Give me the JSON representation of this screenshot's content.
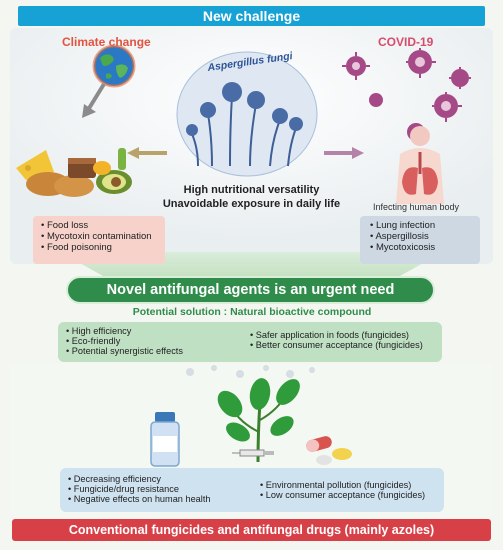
{
  "header": {
    "title": "New challenge"
  },
  "left": {
    "title": "Climate change",
    "impacts": [
      "Food loss",
      "Mycotoxin contamination",
      "Food poisoning"
    ]
  },
  "center": {
    "label": "Aspergillus fungi",
    "line1": "High nutritional versatility",
    "line2": "Unavoidable exposure in daily life"
  },
  "right": {
    "title": "COVID-19",
    "body_label": "Infecting human body",
    "impacts": [
      "Lung infection",
      "Aspergillosis",
      "Mycotoxicosis"
    ]
  },
  "need": {
    "title": "Novel antifungal agents is an urgent need"
  },
  "solution": {
    "title": "Potential solution : Natural bioactive compound",
    "left_items": [
      "High efficiency",
      "Eco-friendly",
      "Potential synergistic effects"
    ],
    "right_items": [
      "Safer application in foods (fungicides)",
      "Better consumer acceptance (fungicides)"
    ]
  },
  "problems": {
    "left_items": [
      "Decreasing efficiency",
      "Fungicide/drug resistance",
      "Negative effects on human health"
    ],
    "right_items": [
      "Environmental pollution (fungicides)",
      "Low consumer acceptance (fungicides)"
    ]
  },
  "footer": {
    "title": "Conventional fungicides and antifungal drugs (mainly azoles)"
  },
  "colors": {
    "banner_blue": "#17a2d6",
    "need_green": "#2f8c4a",
    "footer_red": "#d84048",
    "pink_box": "#f6d2cb",
    "grey_box": "#cdd8e3",
    "green_box": "#bfe0c3",
    "blue_box": "#cfe2f0"
  },
  "icons": [
    "globe-icon",
    "food-icon",
    "fungus-icon",
    "virus-icon",
    "lungs-icon",
    "plant-icon",
    "drug-bottle-icon",
    "syringe-icon",
    "pills-icon"
  ]
}
